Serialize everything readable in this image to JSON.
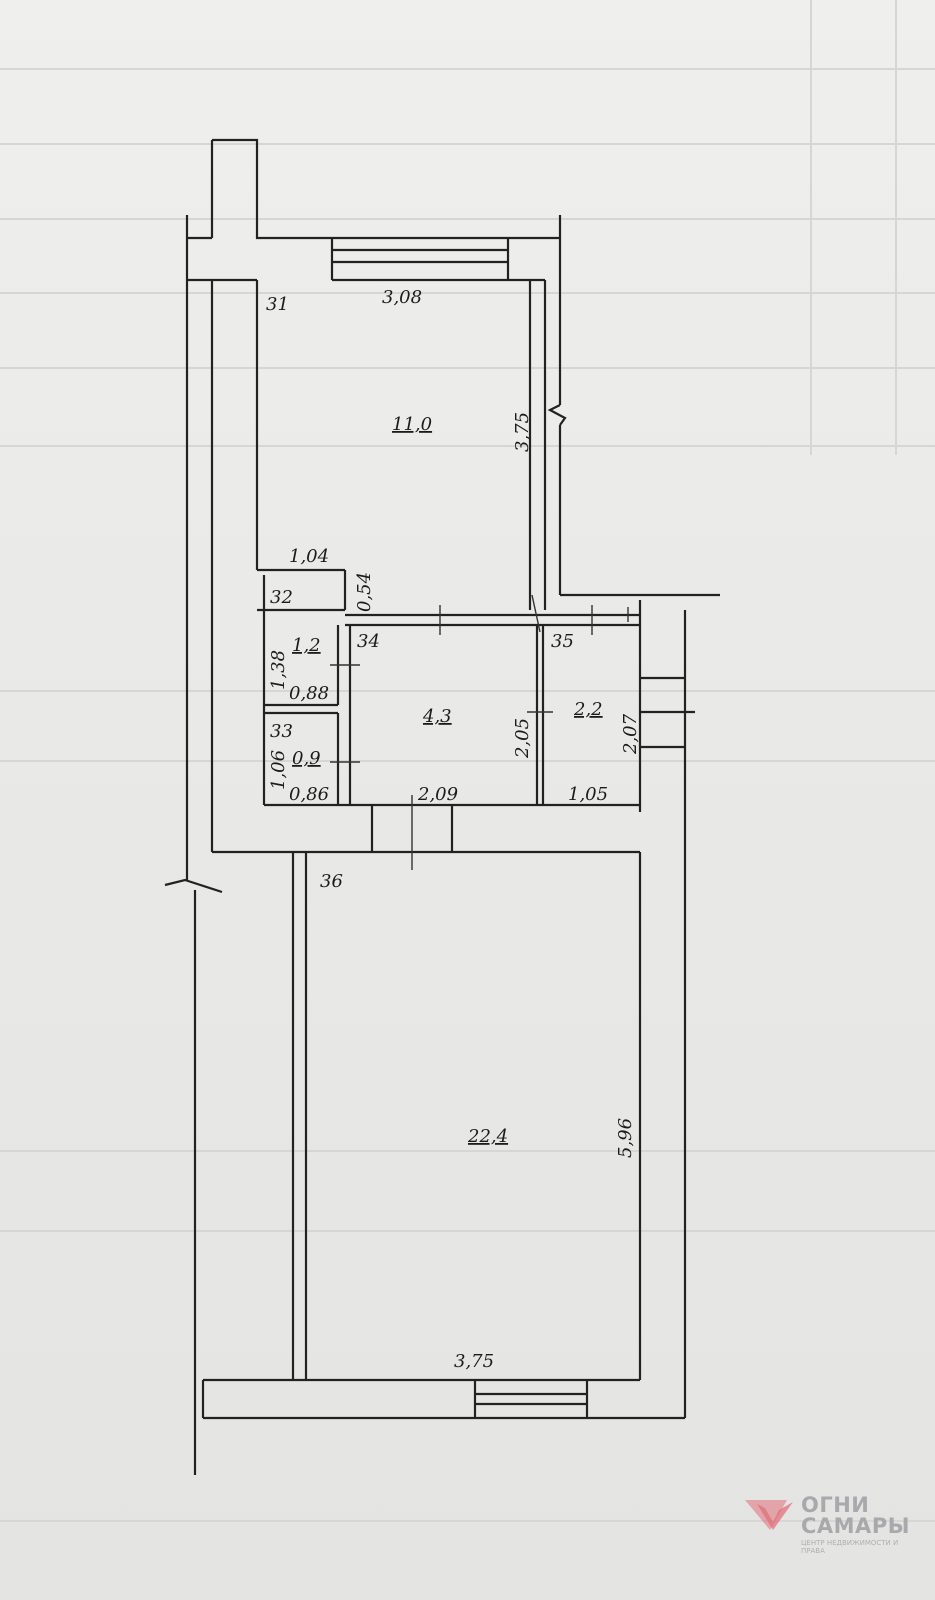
{
  "plan": {
    "rooms": [
      {
        "number": "31",
        "area": "11,0"
      },
      {
        "number": "32",
        "area": "1,2"
      },
      {
        "number": "33",
        "area": "0,9"
      },
      {
        "number": "34",
        "area": "4,3"
      },
      {
        "number": "35",
        "area": "2,2"
      },
      {
        "number": "36",
        "area": "22,4"
      }
    ],
    "dimensions": {
      "r31_width": "3,08",
      "r31_length": "3,75",
      "r32_width": "1,04",
      "r32_side": "0,54",
      "r32_length": "1,38",
      "r32_bottom": "0,88",
      "r33_length": "1,06",
      "r33_bottom": "0,86",
      "r34_bottom": "2,09",
      "r34_height": "2,05",
      "r35_height": "2,07",
      "r35_bottom": "1,05",
      "r36_length": "5,96",
      "r36_width": "3,75"
    }
  },
  "logo": {
    "title": "ОГНИ САМАРЫ",
    "subtitle": "ЦЕНТР НЕДВИЖИМОСТИ И ПРАВА",
    "accent_color": "#e0707a"
  }
}
